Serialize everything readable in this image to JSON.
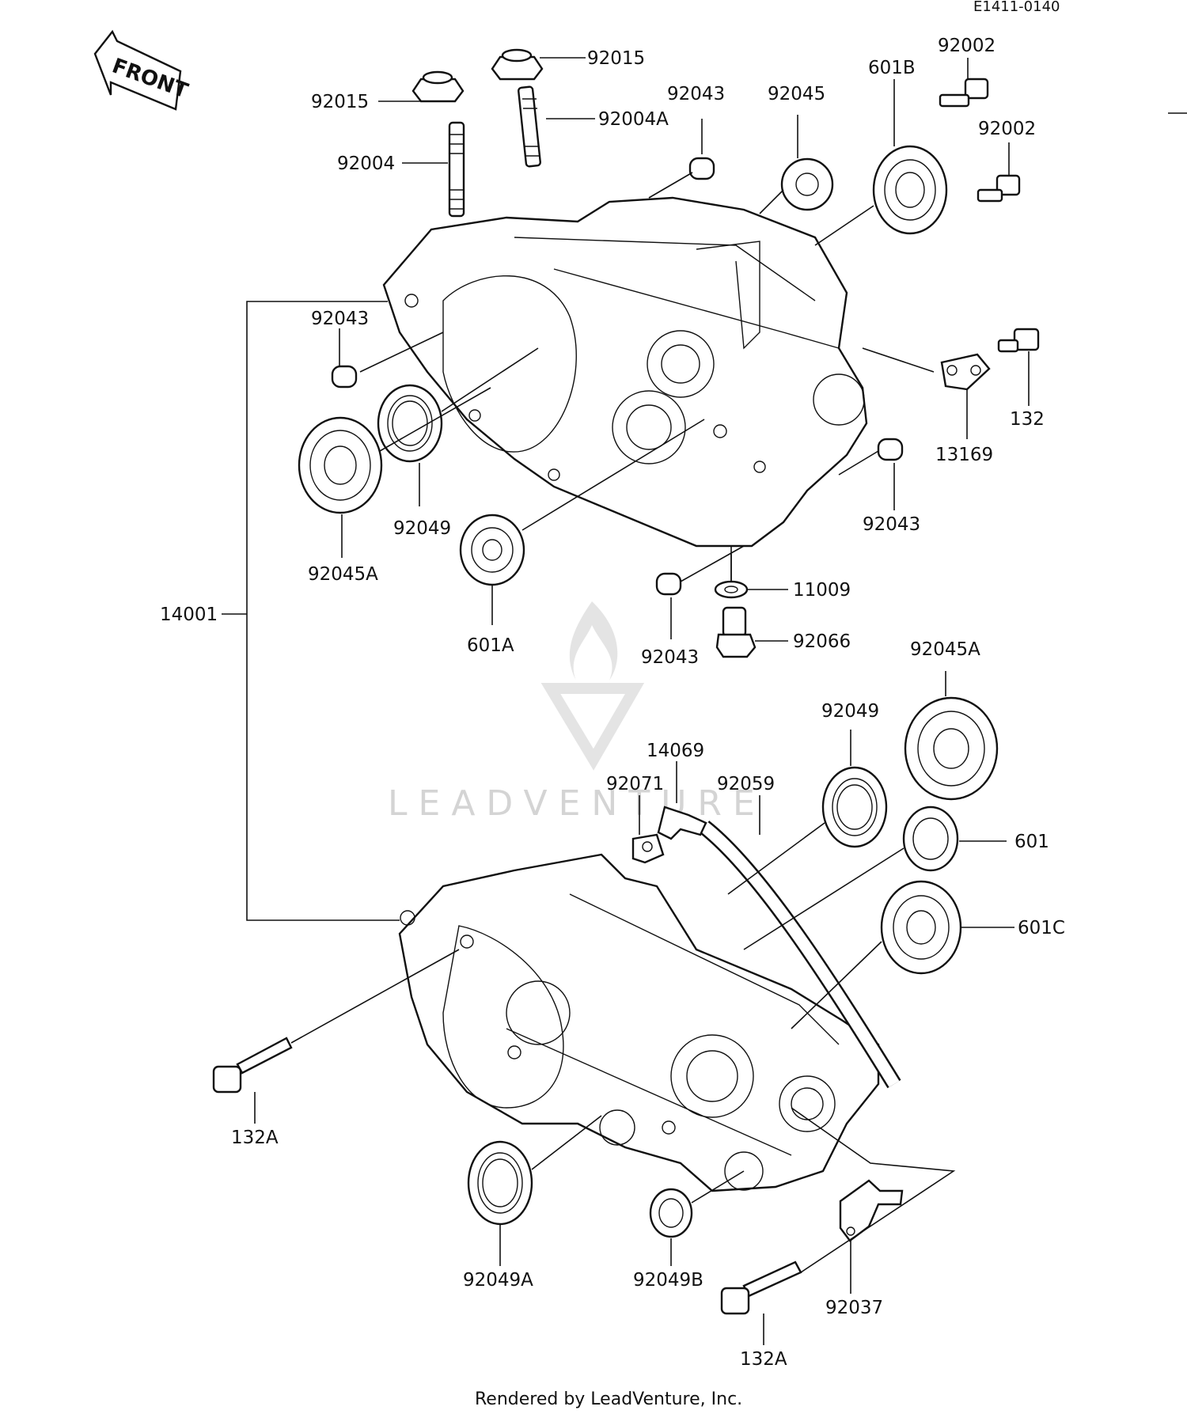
{
  "diagram_code": "E1411-0140",
  "front_label": "FRONT",
  "footer": "Rendered by LeadVenture, Inc.",
  "watermark": "LEADVENTURE",
  "parts": {
    "92015_upper": "92015",
    "92015_lower": "92015",
    "92004A": "92004A",
    "92004": "92004",
    "92043_top": "92043",
    "92045": "92045",
    "601B": "601B",
    "92002_a": "92002",
    "92002_b": "92002",
    "92043_left": "92043",
    "132": "132",
    "13169": "13169",
    "92049_upper": "92049",
    "92045A_upper": "92045A",
    "92043_right": "92043",
    "601A": "601A",
    "11009": "11009",
    "14001": "14001",
    "92043_bottom": "92043",
    "92066": "92066",
    "92045A_lower": "92045A",
    "92049_lower": "92049",
    "14069": "14069",
    "92071": "92071",
    "92059": "92059",
    "601": "601",
    "601C": "601C",
    "132A_left": "132A",
    "92049A": "92049A",
    "92049B": "92049B",
    "92037": "92037",
    "132A_bottom": "132A"
  }
}
